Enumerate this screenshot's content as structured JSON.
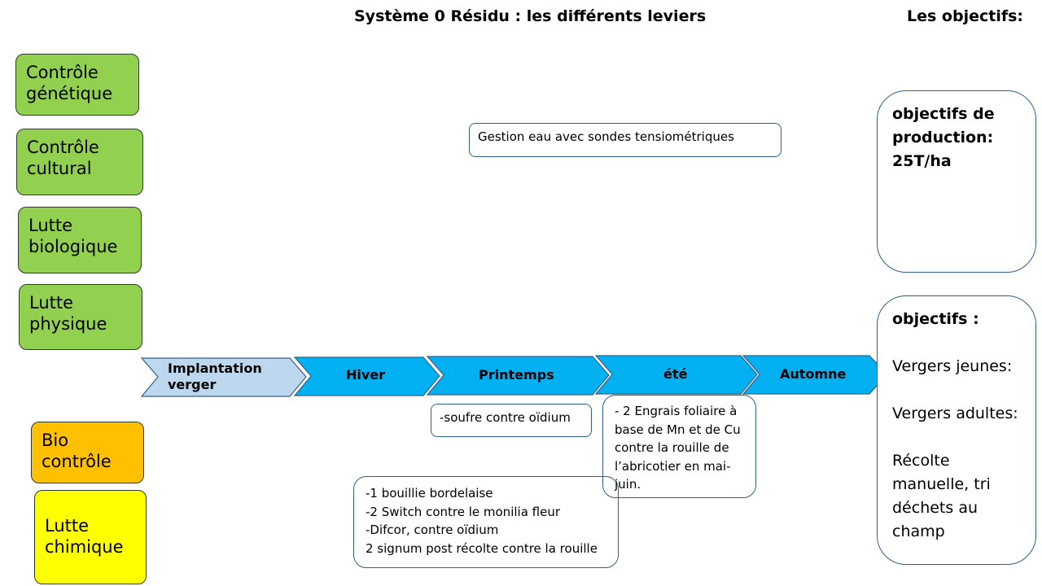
{
  "title": "Système 0 Résidu : les différents leviers",
  "objectives_header": "Les objectifs:",
  "levers_top": [
    {
      "line1": "Contrôle",
      "line2": "génétique"
    },
    {
      "line1": "Contrôle",
      "line2": "cultural"
    },
    {
      "line1": "Lutte",
      "line2": "biologique"
    },
    {
      "line1": "Lutte",
      "line2": "physique"
    }
  ],
  "levers_bottom": [
    {
      "line1": "Bio",
      "line2": "contrôle"
    },
    {
      "line1": "Lutte",
      "line2": "chimique"
    }
  ],
  "phases": [
    {
      "line1": "Implantation",
      "line2": "verger"
    },
    {
      "label": "Hiver"
    },
    {
      "label": "Printemps"
    },
    {
      "label": "été"
    },
    {
      "label": "Automne"
    }
  ],
  "notes": {
    "water": "Gestion eau avec sondes tensiométriques",
    "sulfur": "-soufre contre oïdium",
    "fertilizer": [
      "- 2 Engrais foliaire à",
      "base de Mn et de Cu",
      "contre la rouille de",
      "l’abricotier en mai-",
      "juin."
    ],
    "chemical": [
      "-1 bouillie bordelaise",
      "-2 Switch contre le monilia fleur",
      "-Difcor, contre oïdium",
      "2 signum post récolte contre la rouille"
    ]
  },
  "objectives": {
    "production": [
      "objectifs de",
      "production:",
      "25T/ha"
    ],
    "quality_heading": "objectifs :",
    "quality_lines": [
      "Vergers jeunes:",
      "Vergers adultes:",
      "Récolte",
      "manuelle, tri",
      "déchets au",
      "champ"
    ]
  },
  "colors": {
    "lever_green": "#92d050",
    "lever_orange": "#ffc000",
    "lever_yellow": "#ffff00",
    "phase_first": "#bdd7ee",
    "phase_other": "#00b0f0",
    "note_border": "#2e5e8c"
  }
}
